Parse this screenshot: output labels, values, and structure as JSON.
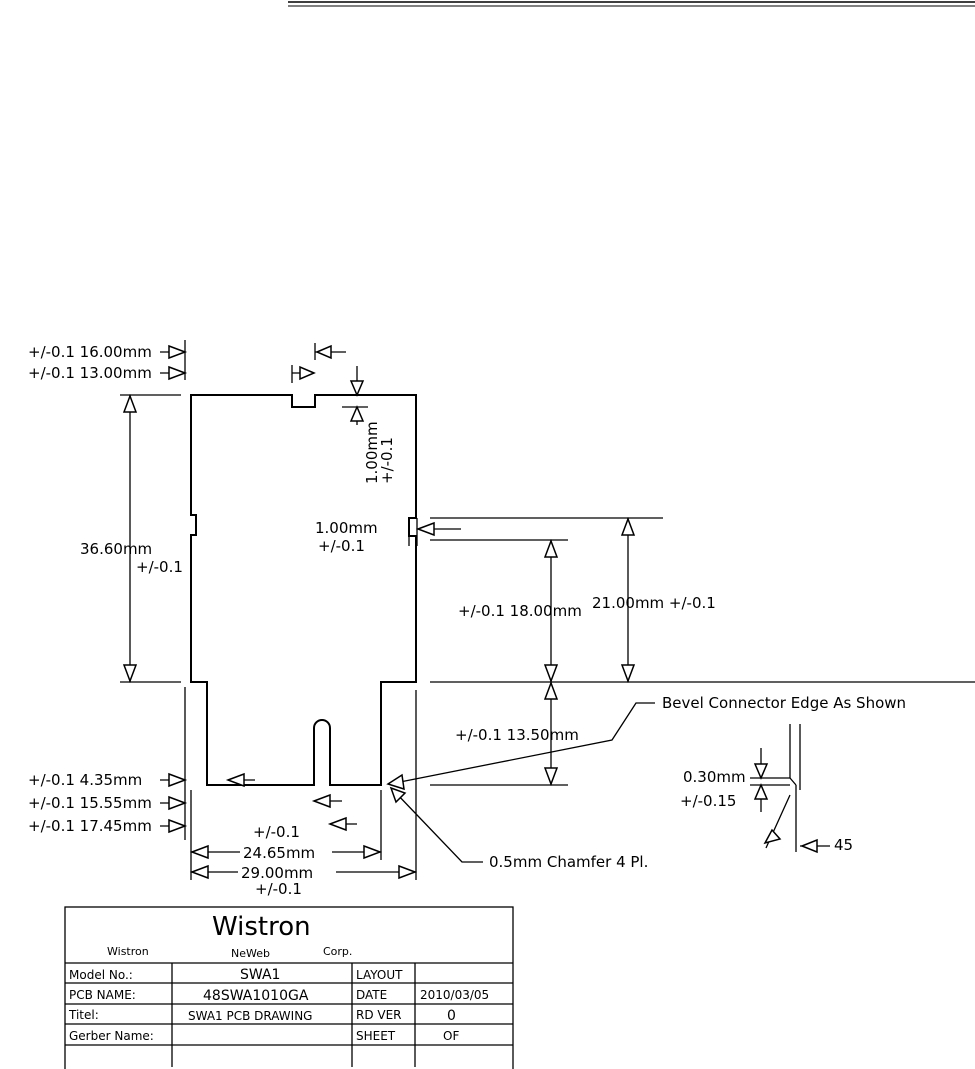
{
  "dimensions": {
    "d16": "+/-0.1 16.00mm",
    "d13": "+/-0.1 13.00mm",
    "d36_value": "36.60mm",
    "d36_tol": "+/-0.1",
    "d1_top_value": "1.00mm",
    "d1_top_tol": "+/-0.1",
    "d1_side_value": "1.00mm",
    "d1_side_tol": "+/-0.1",
    "d21": "21.00mm +/-0.1",
    "d18": "+/-0.1 18.00mm",
    "d13_5": "+/-0.1  13.50mm",
    "d4_35": "+/-0.1  4.35mm",
    "d15_55": "+/-0.1 15.55mm",
    "d17_45": "+/-0.1 17.45mm",
    "d24_tol": "+/-0.1",
    "d24_value": "24.65mm",
    "d29_value": "29.00mm",
    "d29_tol": "+/-0.1",
    "d030_value": "0.30mm",
    "d030_tol": "+/-0.15",
    "angle": "45"
  },
  "notes": {
    "bevel": "Bevel Connector Edge As Shown",
    "chamfer": "0.5mm Chamfer 4 Pl."
  },
  "title_block": {
    "logo": "Wistron",
    "company_left": "Wistron",
    "company_mid": "NeWeb",
    "company_right": "Corp.",
    "rows": [
      {
        "label": "Model No.:",
        "value": "SWA1",
        "label2": "LAYOUT",
        "value2": ""
      },
      {
        "label": "PCB  NAME:",
        "value": "48SWA1010GA",
        "label2": "DATE",
        "value2": "2010/03/05"
      },
      {
        "label": "Titel:",
        "value": "SWA1  PCB DRAWING",
        "label2": "RD VER",
        "value2": "0"
      },
      {
        "label": "Gerber Name:",
        "value": "",
        "label2": "SHEET",
        "value2": "OF"
      }
    ]
  }
}
